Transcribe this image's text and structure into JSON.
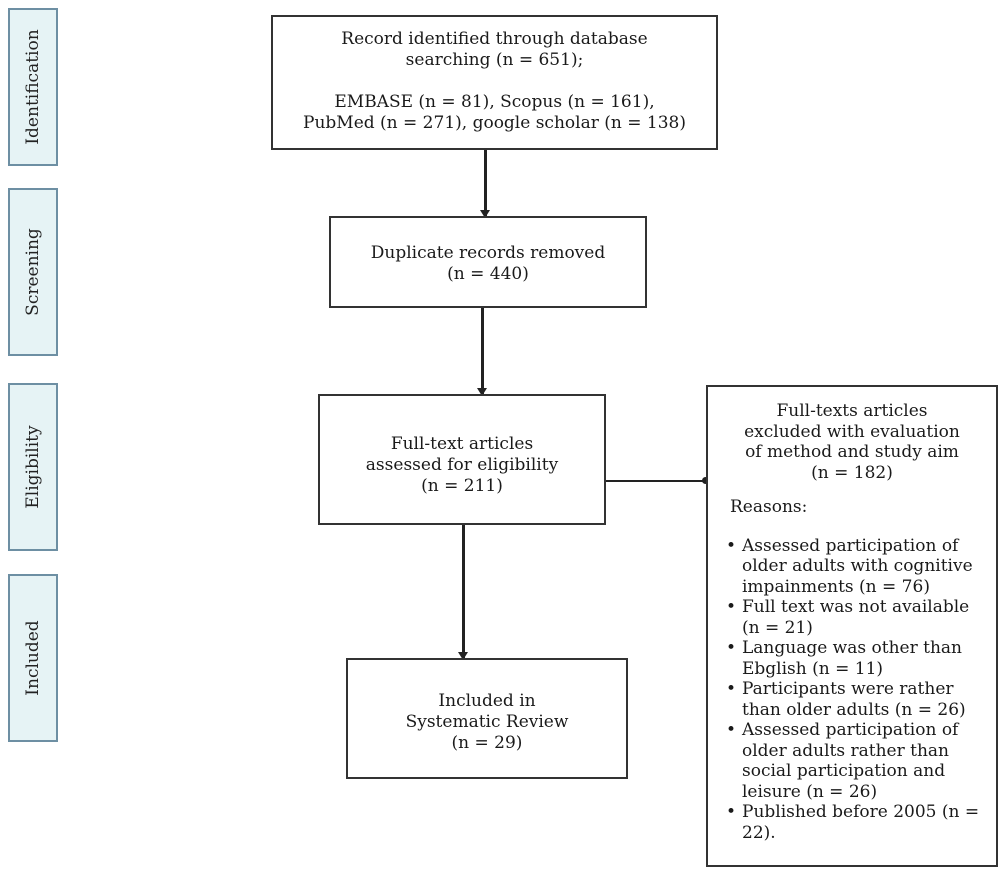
{
  "phases": {
    "identification": "Identification",
    "screening": "Screening",
    "eligibility": "Eligibility",
    "included": "Included"
  },
  "identification_box": {
    "line1": "Record identified through database",
    "line2": "searching (n = 651);",
    "line3": "EMBASE (n = 81), Scopus (n = 161),",
    "line4": "PubMed (n = 271), google scholar (n = 138)"
  },
  "screening_box": {
    "line1": "Duplicate records removed",
    "line2": "(n  = 440)"
  },
  "eligibility_box": {
    "line1": "Full-text articles",
    "line2": "assessed for eligibility",
    "line3": "(n = 211)"
  },
  "included_box": {
    "line1": "Included in",
    "line2": "Systematic Review",
    "line3": "(n = 29)"
  },
  "excluded_box": {
    "line1": "Full-texts articles",
    "line2": "excluded with evaluation",
    "line3": "of method and study aim",
    "line4": "(n = 182)",
    "reasons_title": "Reasons:",
    "reasons": [
      "Assessed participation of older adults with cognitive impainments (n = 76)",
      "Full text was not available (n = 21)",
      "Language was other than Ebglish (n = 11)",
      "Participants were rather than older adults (n = 26)",
      "Assessed participation of older adults rather than social participation and leisure (n = 26)",
      "Published before 2005 (n = 22)."
    ]
  }
}
